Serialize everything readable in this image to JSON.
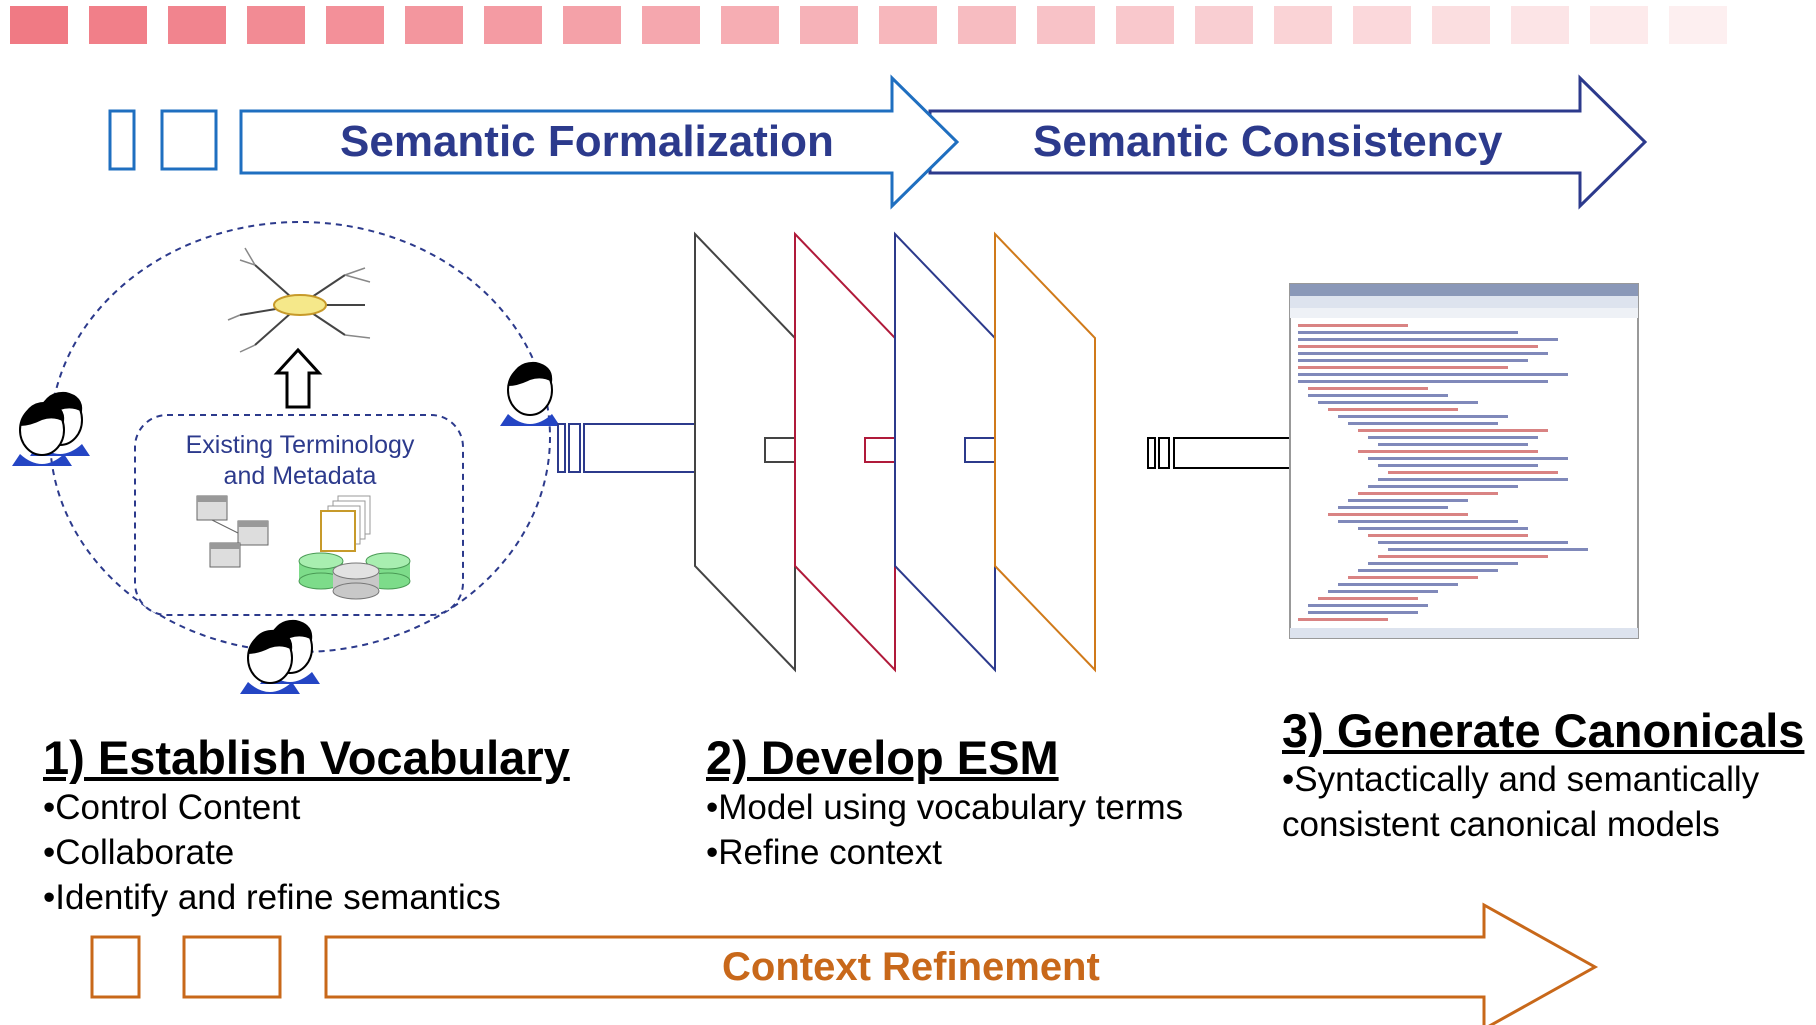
{
  "top_bar": {
    "segments": 22,
    "color": "#f07a84"
  },
  "banners": {
    "formalization": {
      "label": "Semantic Formalization",
      "color": "#1f6fc0"
    },
    "consistency": {
      "label": "Semantic Consistency",
      "color": "#2c3a8c"
    },
    "context": {
      "label": "Context  Refinement",
      "color": "#c8681a"
    }
  },
  "vocabulary_cluster": {
    "terminology_line1": "Existing Terminology",
    "terminology_line2": "and Metadata"
  },
  "esm_layer_colors": [
    "#444444",
    "#b01a3a",
    "#2c3a8c",
    "#d07a1a"
  ],
  "steps": [
    {
      "title": "1) Establish Vocabulary",
      "bullets": [
        "•Control Content",
        "•Collaborate",
        "•Identify and refine semantics"
      ]
    },
    {
      "title": "2) Develop ESM",
      "bullets": [
        "•Model using vocabulary terms",
        "•Refine context"
      ]
    },
    {
      "title": "3) Generate Canonicals",
      "bullets": [
        "•Syntactically and semantically",
        "consistent canonical models"
      ]
    }
  ]
}
